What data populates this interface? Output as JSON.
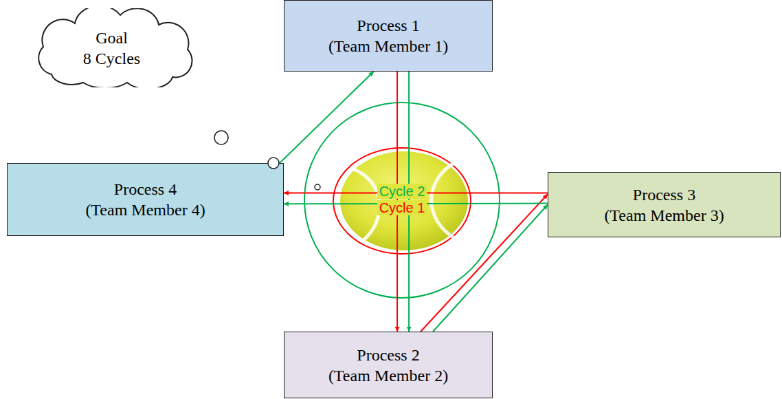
{
  "diagram": {
    "nodes": [
      {
        "text": [
          "Goal",
          "8 Cycles"
        ]
      },
      {
        "text": [
          "Process 1",
          "(Team Member 1)"
        ]
      },
      {
        "text": [
          "Process 4",
          "(Team Member 4)"
        ]
      },
      {
        "text": [
          "Process 3",
          "(Team Member 3)"
        ]
      },
      {
        "text": [
          "Process 2",
          "(Team Member 2)"
        ]
      }
    ],
    "edges": [
      {
        "from": 1,
        "to": 4,
        "arrow": "to"
      },
      {
        "from": 4,
        "to": 3,
        "arrow": "to"
      },
      {
        "from": 3,
        "to": 2,
        "arrow": "to"
      },
      {
        "from": 2,
        "to": 1,
        "arrow": "to"
      },
      {
        "from": 1,
        "to": 4,
        "arrow": "to"
      },
      {
        "from": 4,
        "to": 3,
        "arrow": "to"
      },
      {
        "from": 3,
        "to": 2,
        "arrow": "to"
      }
    ],
    "labels": [
      "Cycle 2",
      "Cycle 1"
    ]
  }
}
